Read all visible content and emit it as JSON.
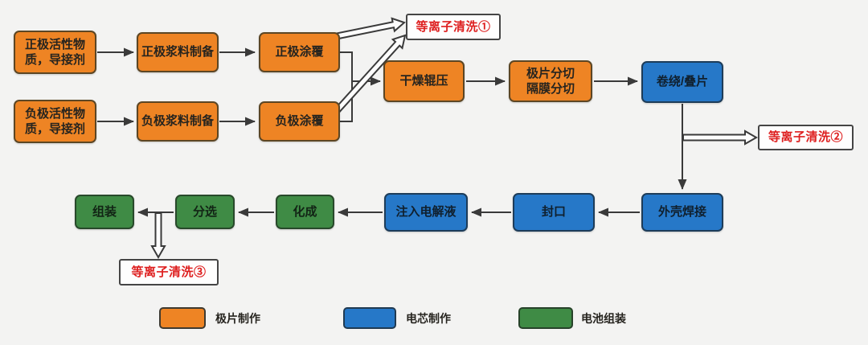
{
  "colors": {
    "orange": "#ee8424",
    "blue": "#2678c8",
    "green": "#3f8b45",
    "red": "#de1f1f",
    "line": "#3a3a3a",
    "background": "#f3f3f2"
  },
  "nodes": [
    {
      "label": "正极活性物\n质，导接剂",
      "stage": "electrode"
    },
    {
      "label": "正极浆料制备",
      "stage": "electrode"
    },
    {
      "label": "正极涂覆",
      "stage": "electrode"
    },
    {
      "label": "负极活性物\n质，导接剂",
      "stage": "electrode"
    },
    {
      "label": "负极浆料制备",
      "stage": "electrode"
    },
    {
      "label": "负极涂覆",
      "stage": "electrode"
    },
    {
      "label": "干燥辊压",
      "stage": "electrode"
    },
    {
      "label": "极片分切\n隔膜分切",
      "stage": "electrode"
    },
    {
      "label": "卷绕/叠片",
      "stage": "cell"
    },
    {
      "label": "外壳焊接",
      "stage": "cell"
    },
    {
      "label": "封口",
      "stage": "cell"
    },
    {
      "label": "注入电解液",
      "stage": "cell"
    },
    {
      "label": "化成",
      "stage": "pack"
    },
    {
      "label": "分选",
      "stage": "pack"
    },
    {
      "label": "组装",
      "stage": "pack"
    }
  ],
  "plasma_steps": [
    {
      "label": "等离子清洗①"
    },
    {
      "label": "等离子清洗②"
    },
    {
      "label": "等离子清洗③"
    }
  ],
  "legend": [
    {
      "label": "极片制作",
      "color": "#ee8424"
    },
    {
      "label": "电芯制作",
      "color": "#2678c8"
    },
    {
      "label": "电池组装",
      "color": "#3f8b45"
    }
  ]
}
